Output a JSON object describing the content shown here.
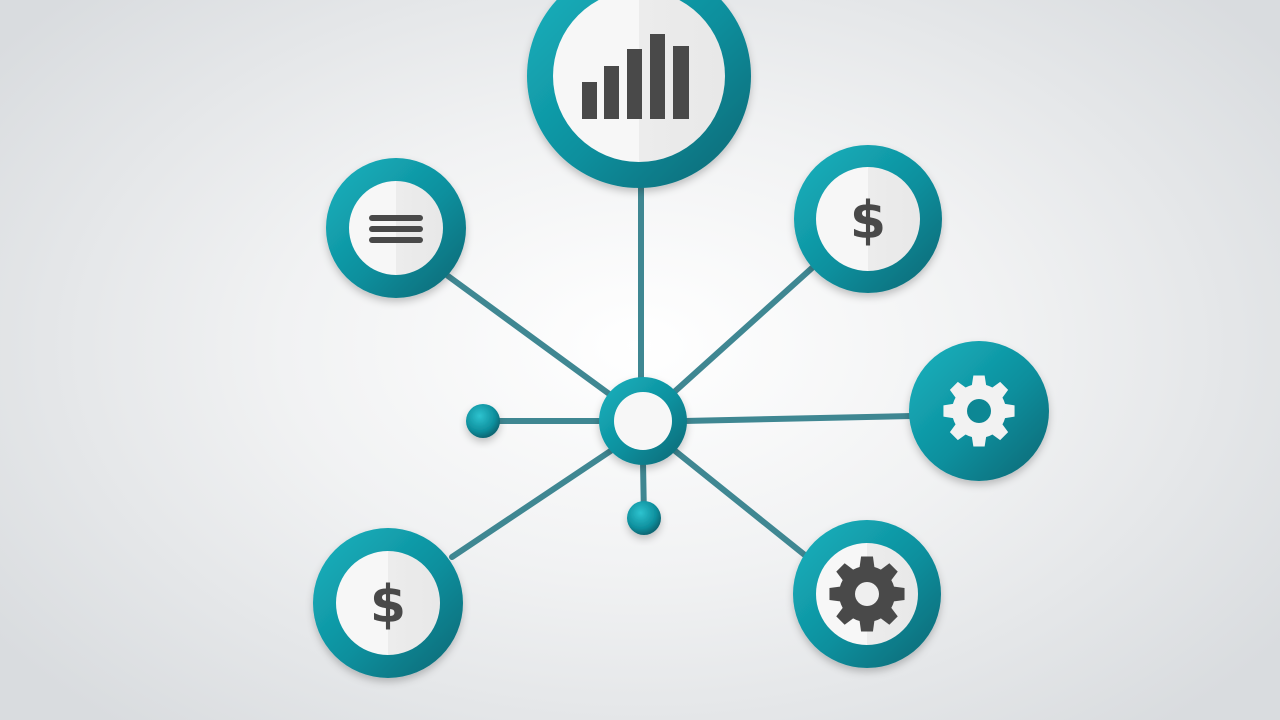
{
  "diagram": {
    "colors": {
      "teal_light": "#12a7b4",
      "teal_dark": "#0b6f7c",
      "connector": "#3f8792",
      "icon_gray": "#4a4a4a",
      "disc": "#f4f4f4"
    },
    "hub": {
      "name": "hub-node"
    },
    "nodes": [
      {
        "name": "bar-chart-node",
        "icon": "bar-chart-icon"
      },
      {
        "name": "list-node",
        "icon": "list-icon"
      },
      {
        "name": "dollar-node-top-right",
        "icon": "dollar-icon"
      },
      {
        "name": "gear-node-right",
        "icon": "gear-icon"
      },
      {
        "name": "dollar-node-bottom-left",
        "icon": "dollar-icon"
      },
      {
        "name": "gear-node-bottom-right",
        "icon": "gear-icon"
      }
    ],
    "endpoints": [
      {
        "name": "endpoint-dot-left"
      },
      {
        "name": "endpoint-dot-bottom"
      }
    ]
  }
}
